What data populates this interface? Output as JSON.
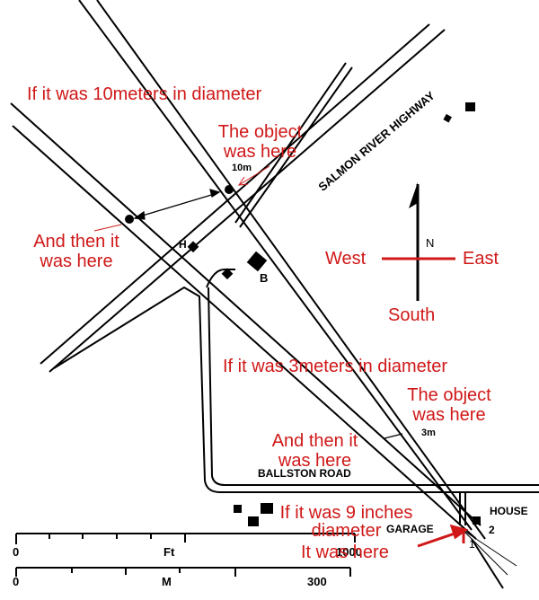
{
  "annotations": {
    "ten_m_title": "If it was 10meters in diameter",
    "ten_m_object": [
      "The object",
      "was here"
    ],
    "ten_m_then": [
      "And then it",
      "was here"
    ],
    "three_m_title": "If it was 3meters in diameter",
    "three_m_object": [
      "The object",
      "was here"
    ],
    "three_m_then": [
      "And then it",
      "was here"
    ],
    "nine_in_title": [
      "If it was 9 inches",
      "diameter"
    ],
    "nine_in_here": "It was here"
  },
  "compass": {
    "north": "N",
    "west": "West",
    "east": "East",
    "south": "South"
  },
  "map_labels": {
    "highway": "SALMON RIVER HIGHWAY",
    "ballston": "BALLSTON ROAD",
    "house": "HOUSE",
    "garage": "GARAGE",
    "marker_h": "H",
    "marker_b": "B",
    "marker_10m": "10m",
    "marker_3m": "3m",
    "point_1": "1",
    "point_2": "2"
  },
  "scale": {
    "ft_label": "Ft",
    "ft_start": "0",
    "ft_end": "1000",
    "m_label": "M",
    "m_start": "0",
    "m_end": "300"
  },
  "colors": {
    "annotation": "#d01818",
    "ink": "#000000"
  }
}
